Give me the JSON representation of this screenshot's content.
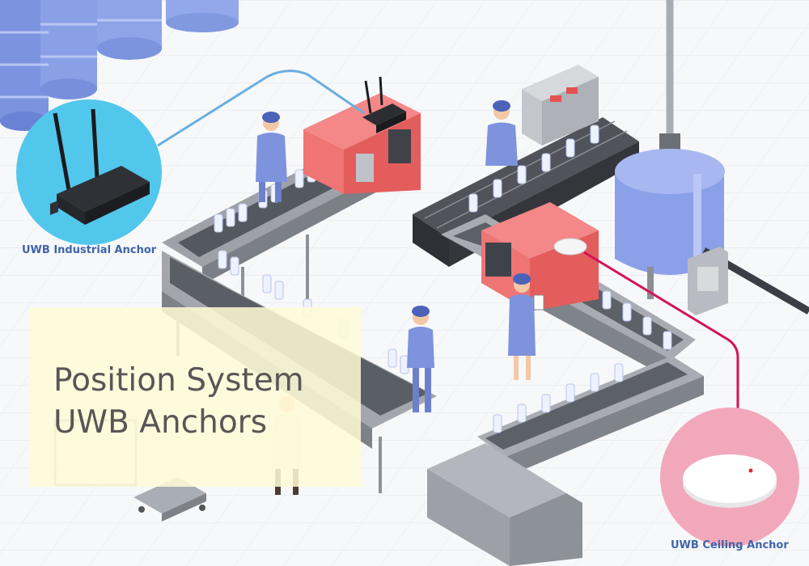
{
  "title": {
    "line1": "Position System",
    "line2": "UWB Anchors"
  },
  "labels": {
    "industrial_anchor": "UWB Industrial Anchor",
    "ceiling_anchor": "UWB Ceiling Anchor"
  },
  "colors": {
    "industrial_circle": "#52c7ec",
    "ceiling_circle": "#f2a8bb",
    "industrial_cable": "#6aaee0",
    "ceiling_cable": "#d21459",
    "machine_red": "#f06d6d",
    "tank_blue": "#7e96e3",
    "title_box": "#fffcd6",
    "label_text": "#3f64a8"
  }
}
